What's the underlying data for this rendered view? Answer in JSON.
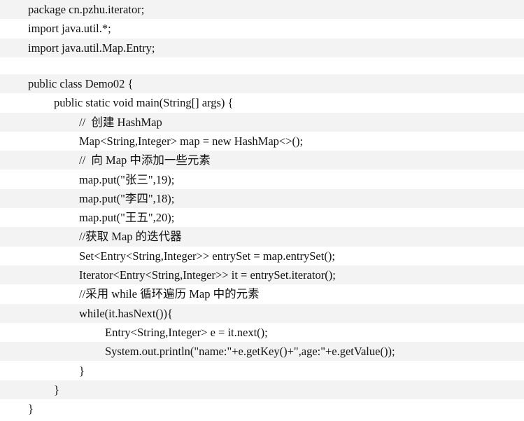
{
  "code": {
    "lines": [
      "package cn.pzhu.iterator;",
      "import java.util.*;",
      "import java.util.Map.Entry;",
      "",
      "public class Demo02 {",
      "public static void main(String[] args) {",
      "//  创建 HashMap",
      "Map<String,Integer> map = new HashMap<>();",
      "//  向 Map 中添加一些元素",
      "map.put(\"张三\",19);",
      "map.put(\"李四\",18);",
      "map.put(\"王五\",20);",
      "//获取 Map 的迭代器",
      "Set<Entry<String,Integer>> entrySet = map.entrySet();",
      "Iterator<Entry<String,Integer>> it = entrySet.iterator();",
      "//采用 while 循环遍历 Map 中的元素",
      "while(it.hasNext()){",
      "Entry<String,Integer> e = it.next();",
      "System.out.println(\"name:\"+e.getKey()+\",age:\"+e.getValue());",
      "}",
      "}",
      "}"
    ]
  }
}
